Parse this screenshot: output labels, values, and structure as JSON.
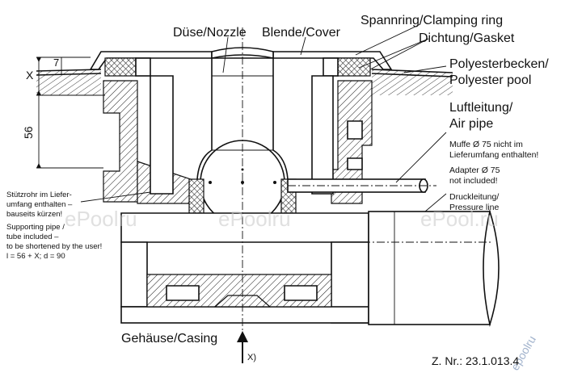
{
  "labels": {
    "nozzle": "Düse/Nozzle",
    "cover": "Blende/Cover",
    "clamping_ring": "Spannring/Clamping ring",
    "gasket": "Dichtung/Gasket",
    "pool_line1": "Polyesterbecken/",
    "pool_line2": "Polyester pool",
    "air_pipe_line1": "Luftleitung/",
    "air_pipe_line2": "Air pipe",
    "socket_note_line1": "Muffe Ø 75 nicht im",
    "socket_note_line2": "Lieferumfang enthalten!",
    "adapter_line1": "Adapter Ø 75",
    "adapter_line2": "not included!",
    "pressure_line1": "Druckleitung/",
    "pressure_line2": "Pressure line",
    "support_de_line1": "Stützrohr im Liefer-",
    "support_de_line2": "umfang enthalten –",
    "support_de_line3": "bauseits kürzen!",
    "support_en_line1": "Supporting pipe /",
    "support_en_line2": "tube included –",
    "support_en_line3": "to be shortened by the user!",
    "support_formula": "l = 56 + X; d = 90",
    "casing": "Gehäuse/Casing",
    "arrow_label": "X)",
    "drawing_number": "Z. Nr.: 23.1.013.4"
  },
  "dimensions": {
    "x_label": "X",
    "seven": "7",
    "fifty_six": "56"
  },
  "watermarks": {
    "w1": "ePoolru",
    "w2": "ePoolru",
    "w3": "ePool.ru",
    "corner": "epoolru"
  }
}
